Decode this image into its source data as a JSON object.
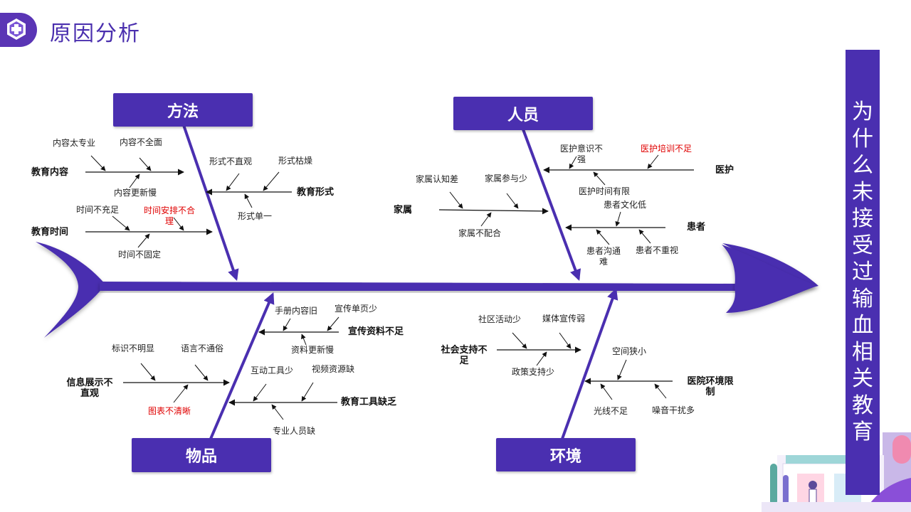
{
  "header": {
    "title": "原因分析",
    "logo_icon": "medical-cross-hexagon-icon"
  },
  "effect": {
    "chars": [
      "为",
      "什",
      "么",
      "未",
      "接",
      "受",
      "过",
      "输",
      "血",
      "相",
      "关",
      "教",
      "育"
    ]
  },
  "categories": {
    "method": "方法",
    "people": "人员",
    "materials": "物品",
    "environment": "环境"
  },
  "method": {
    "edu_content": {
      "label": "教育内容",
      "causes": [
        "内容太专业",
        "内容不全面",
        "内容更新慢"
      ]
    },
    "edu_form": {
      "label": "教育形式",
      "causes": [
        "形式不直观",
        "形式枯燥",
        "形式单一"
      ]
    },
    "edu_time": {
      "label": "教育时间",
      "causes": [
        "时间不充足",
        "时间安排不合理",
        "时间不固定"
      ]
    }
  },
  "people": {
    "medical": {
      "label": "医护",
      "causes": [
        "医护意识不强",
        "医护培训不足",
        "医护时间有限"
      ]
    },
    "family": {
      "label": "家属",
      "causes": [
        "家属认知差",
        "家属参与少",
        "家属不配合"
      ]
    },
    "patient": {
      "label": "患者",
      "causes": [
        "患者文化低",
        "患者沟通难",
        "患者不重视"
      ]
    }
  },
  "materials": {
    "publicity": {
      "label": "宣传资料不足",
      "causes": [
        "手册内容旧",
        "宣传单页少",
        "资料更新慢"
      ]
    },
    "display": {
      "label": "信息展示不直观",
      "causes": [
        "标识不明显",
        "语言不通俗",
        "图表不清晰"
      ]
    },
    "tools": {
      "label": "教育工具缺乏",
      "causes": [
        "互动工具少",
        "视频资源缺",
        "专业人员缺"
      ]
    }
  },
  "environment": {
    "social": {
      "label": "社会支持不足",
      "causes": [
        "社区活动少",
        "媒体宣传弱",
        "政策支持少"
      ]
    },
    "hospital": {
      "label": "医院环境限制",
      "causes": [
        "空间狭小",
        "光线不足",
        "噪音干扰多"
      ]
    }
  },
  "colors": {
    "primary": "#4a2fb0",
    "highlight": "#e00000",
    "text": "#222222"
  }
}
